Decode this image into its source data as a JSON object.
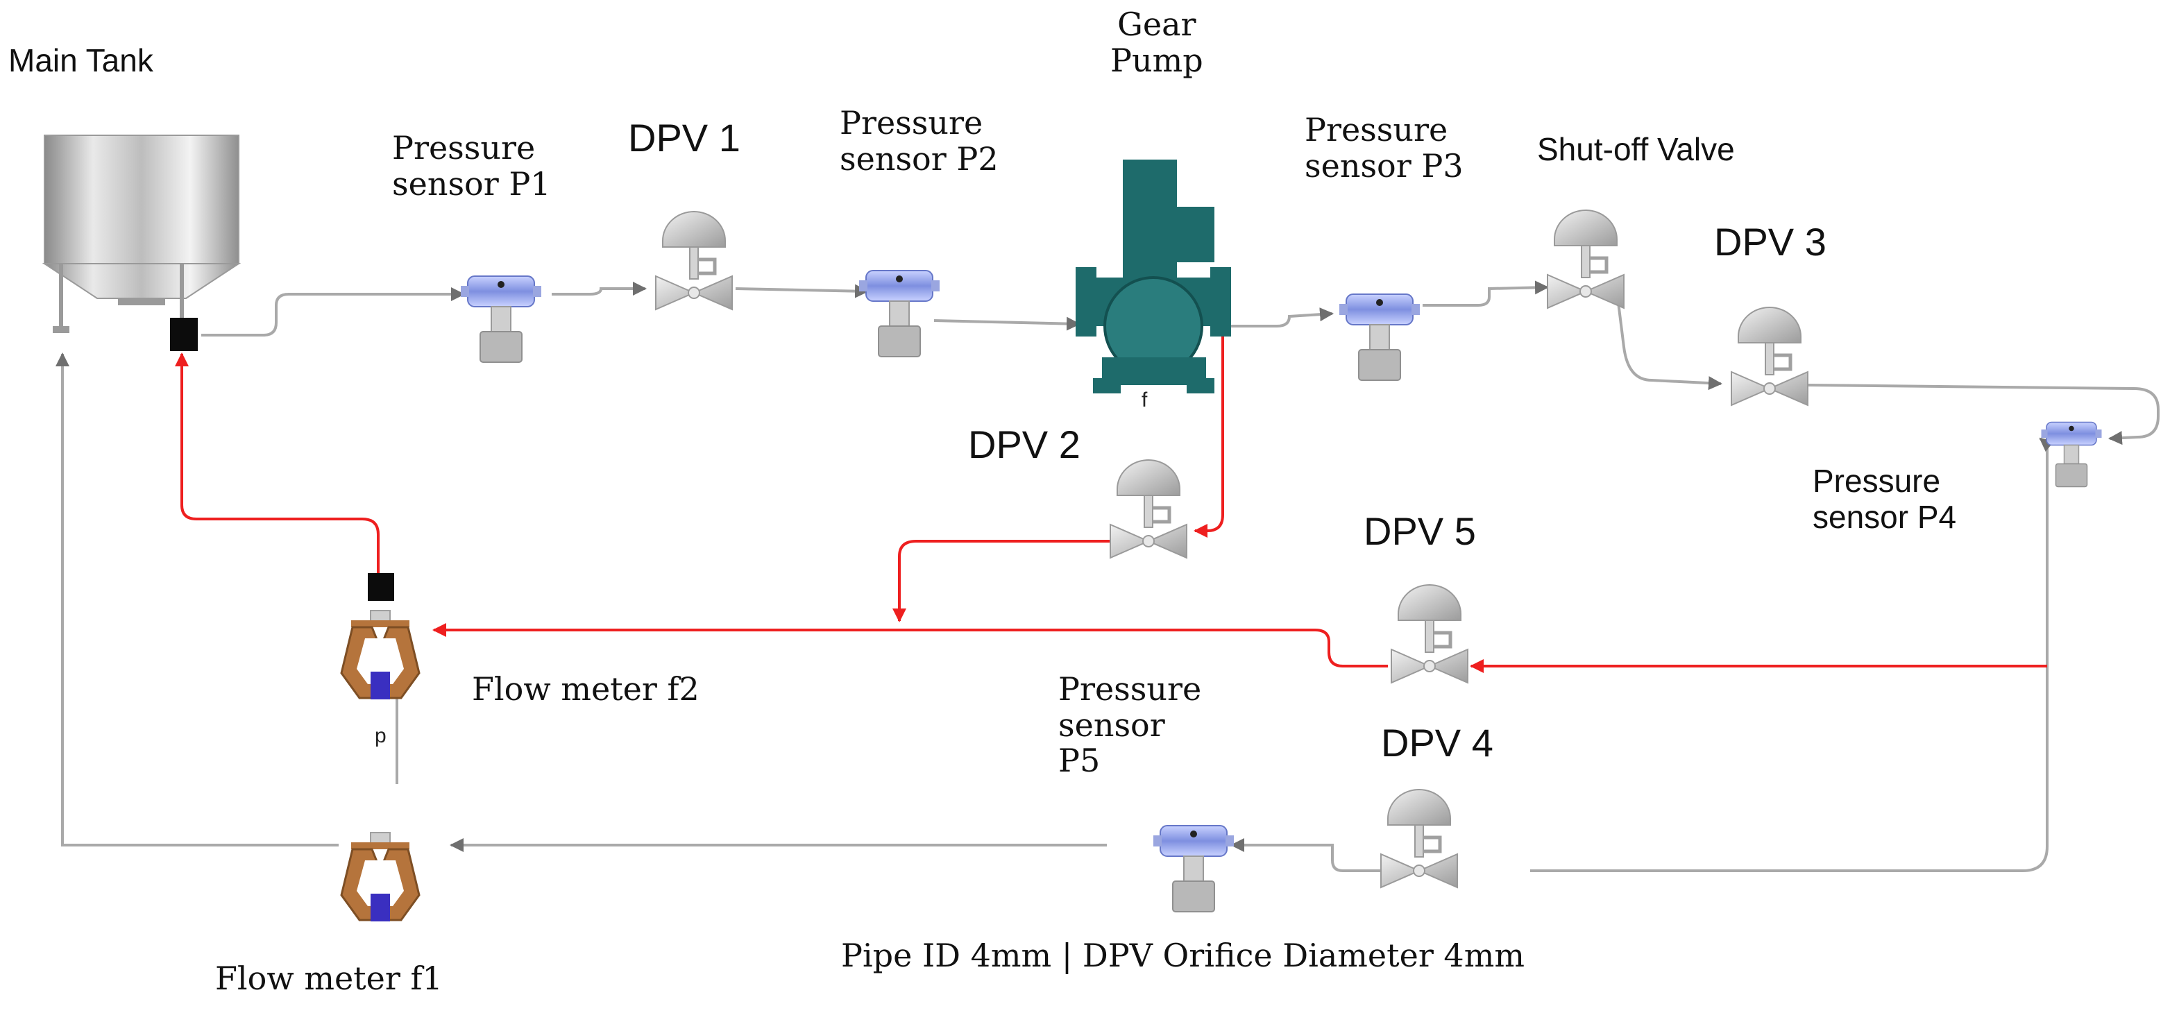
{
  "labels": {
    "main_tank": "Main Tank",
    "pressure_p1": [
      "Pressure",
      "sensor P1"
    ],
    "dpv1": "DPV 1",
    "pressure_p2": [
      "Pressure",
      "sensor P2"
    ],
    "gear_pump": [
      "Gear",
      "Pump"
    ],
    "pressure_p3": [
      "Pressure",
      "sensor P3"
    ],
    "shutoff_valve": "Shut-off  Valve",
    "dpv3": "DPV 3",
    "dpv2": "DPV 2",
    "pressure_p4": [
      "Pressure",
      "sensor P4"
    ],
    "dpv5": "DPV 5",
    "flow_meter_f2": "Flow meter f2",
    "pressure_p5": [
      "Pressure",
      "sensor",
      "P5"
    ],
    "dpv4": "DPV 4",
    "flow_meter_f1": "Flow meter f1",
    "pipe_spec": "Pipe ID 4mm | DPV Orifice Diameter 4mm",
    "tag_f": "f",
    "tag_p": "p"
  },
  "colors": {
    "supply_line": "#a9a9a9",
    "return_line": "#ee1f1f",
    "pump": "#1e6b6b",
    "valve": "#d6d6d6",
    "sensor_head": "#8ea0e8",
    "flow_meter": "#b5743c",
    "flow_meter_core": "#3a2fc0"
  }
}
